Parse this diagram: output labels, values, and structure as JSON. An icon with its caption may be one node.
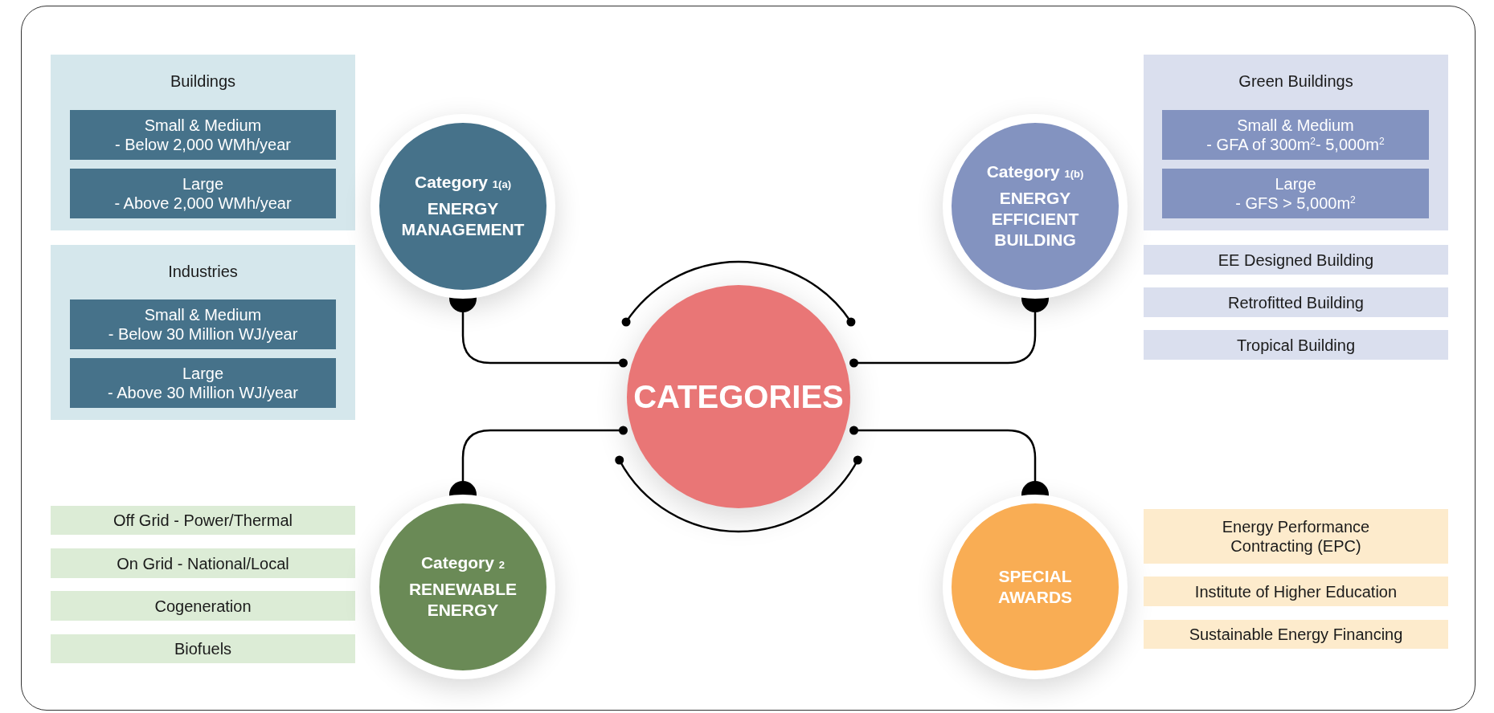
{
  "diagram": {
    "nodes": [
      {
        "text": [
          "Buildings"
        ]
      },
      {
        "text": [
          "Small & Medium",
          "- Below 2,000 WMh/year"
        ],
        "in": 0
      },
      {
        "text": [
          "Large",
          "- Above 2,000 WMh/year"
        ],
        "in": 0
      },
      {
        "text": [
          "Category $_{1(a)}$",
          "ENERGY MANAGEMENT"
        ]
      },
      {
        "text": [
          "Category $_{1(b)}$",
          "ENERGY EFFICIENT BUILDING"
        ]
      },
      {
        "text": [
          "Green Buildings"
        ]
      },
      {
        "text": [
          "Small & Medium",
          "- GFA of 300m$^{2}$- 5,000m$^{2}$"
        ],
        "in": 5
      },
      {
        "text": [
          "Large",
          "- GFS > 5,000m$^{2}$"
        ],
        "in": 5
      },
      {
        "text": [
          "EE Designed Building"
        ]
      },
      {
        "text": [
          "Retrofitted Building"
        ]
      },
      {
        "text": [
          "Tropical Building"
        ]
      },
      {
        "text": [
          "Industries"
        ]
      },
      {
        "text": [
          "Small & Medium",
          "- Below 30 Million WJ/year"
        ],
        "in": 11
      },
      {
        "text": [
          "Large",
          "- Above 30 Million WJ/year"
        ],
        "in": 11
      },
      {
        "text": [
          "CATEGORIES"
        ]
      },
      {
        "text": [
          "Off Grid - Power/Thermal"
        ]
      },
      {
        "text": [
          "On Grid - National/Local"
        ]
      },
      {
        "text": [
          "Cogeneration"
        ]
      },
      {
        "text": [
          "Biofuels"
        ]
      },
      {
        "text": [
          "Category $_{2}$",
          "RENEWABLE ENERGY"
        ]
      },
      {
        "text": [
          "SPECIAL AWARDS"
        ]
      },
      {
        "text": [
          "Energy Performance Contracting (EPC)"
        ]
      },
      {
        "text": [
          "Institute of Higher Education"
        ]
      },
      {
        "text": [
          "Sustainable Energy Financing"
        ]
      }
    ],
    "edges": [
      {
        "from": 3,
        "to": 14,
        "arrow": "other"
      },
      {
        "from": 4,
        "to": 14,
        "arrow": "other"
      },
      {
        "from": 19,
        "to": 14,
        "arrow": "other"
      },
      {
        "from": 20,
        "to": 14,
        "arrow": "other"
      }
    ]
  }
}
